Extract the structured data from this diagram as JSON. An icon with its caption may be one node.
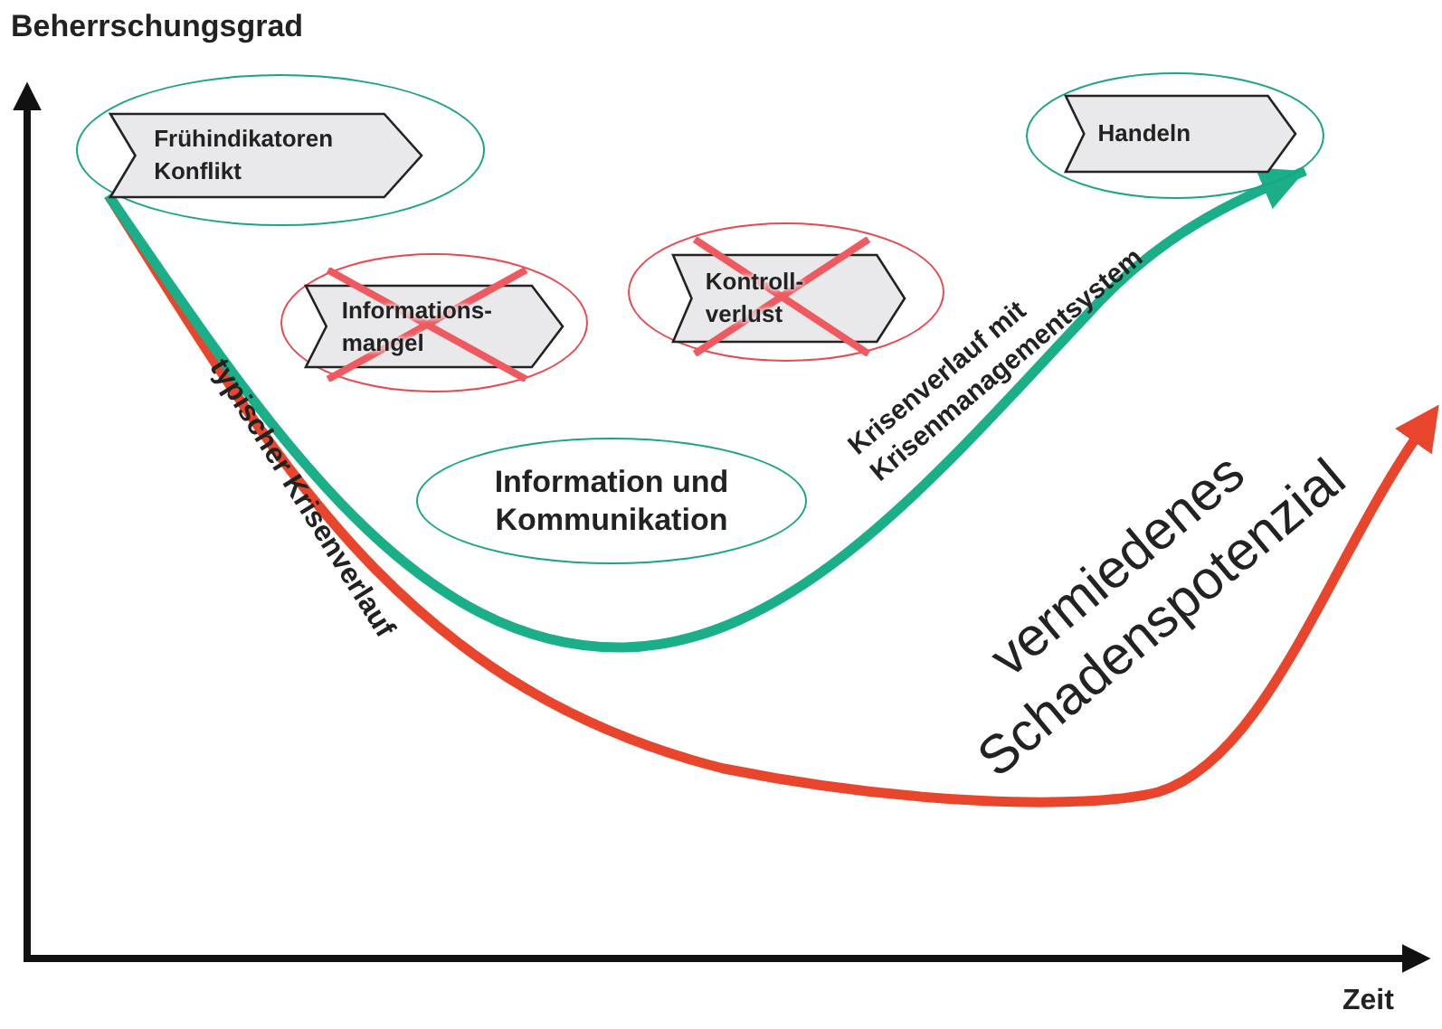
{
  "diagram": {
    "nodes": [
      {
        "text": [],
        "shape": "ellipse"
      },
      {
        "text": [
          "Frühindikatoren Konflikt"
        ],
        "in": 0
      },
      {
        "text": [],
        "shape": "ellipse"
      },
      {
        "text": [
          "Informations- mangel"
        ],
        "in": 2
      },
      {
        "text": [],
        "shape": "ellipse"
      },
      {
        "text": [
          "Kontroll- verlust"
        ],
        "in": 4
      },
      {
        "text": [],
        "shape": "ellipse"
      },
      {
        "text": [
          "Handeln"
        ],
        "in": 6
      },
      {
        "text": [
          "Information und Kommunikation"
        ]
      }
    ],
    "edges": [
      {
        "from": 1,
        "to": null,
        "arrow": "to",
        "label": "typischer Krisenverlauf",
        "color": "#e8452c"
      },
      {
        "from": 1,
        "to": 6,
        "arrow": "to",
        "label": "Krisenverlauf mit Krisenmanagementsystem",
        "color": "#1aaf88"
      }
    ],
    "labels": [
      "Beherrschungsgrad",
      "Zeit",
      "vermiedenes Schadenspotenzial"
    ]
  }
}
